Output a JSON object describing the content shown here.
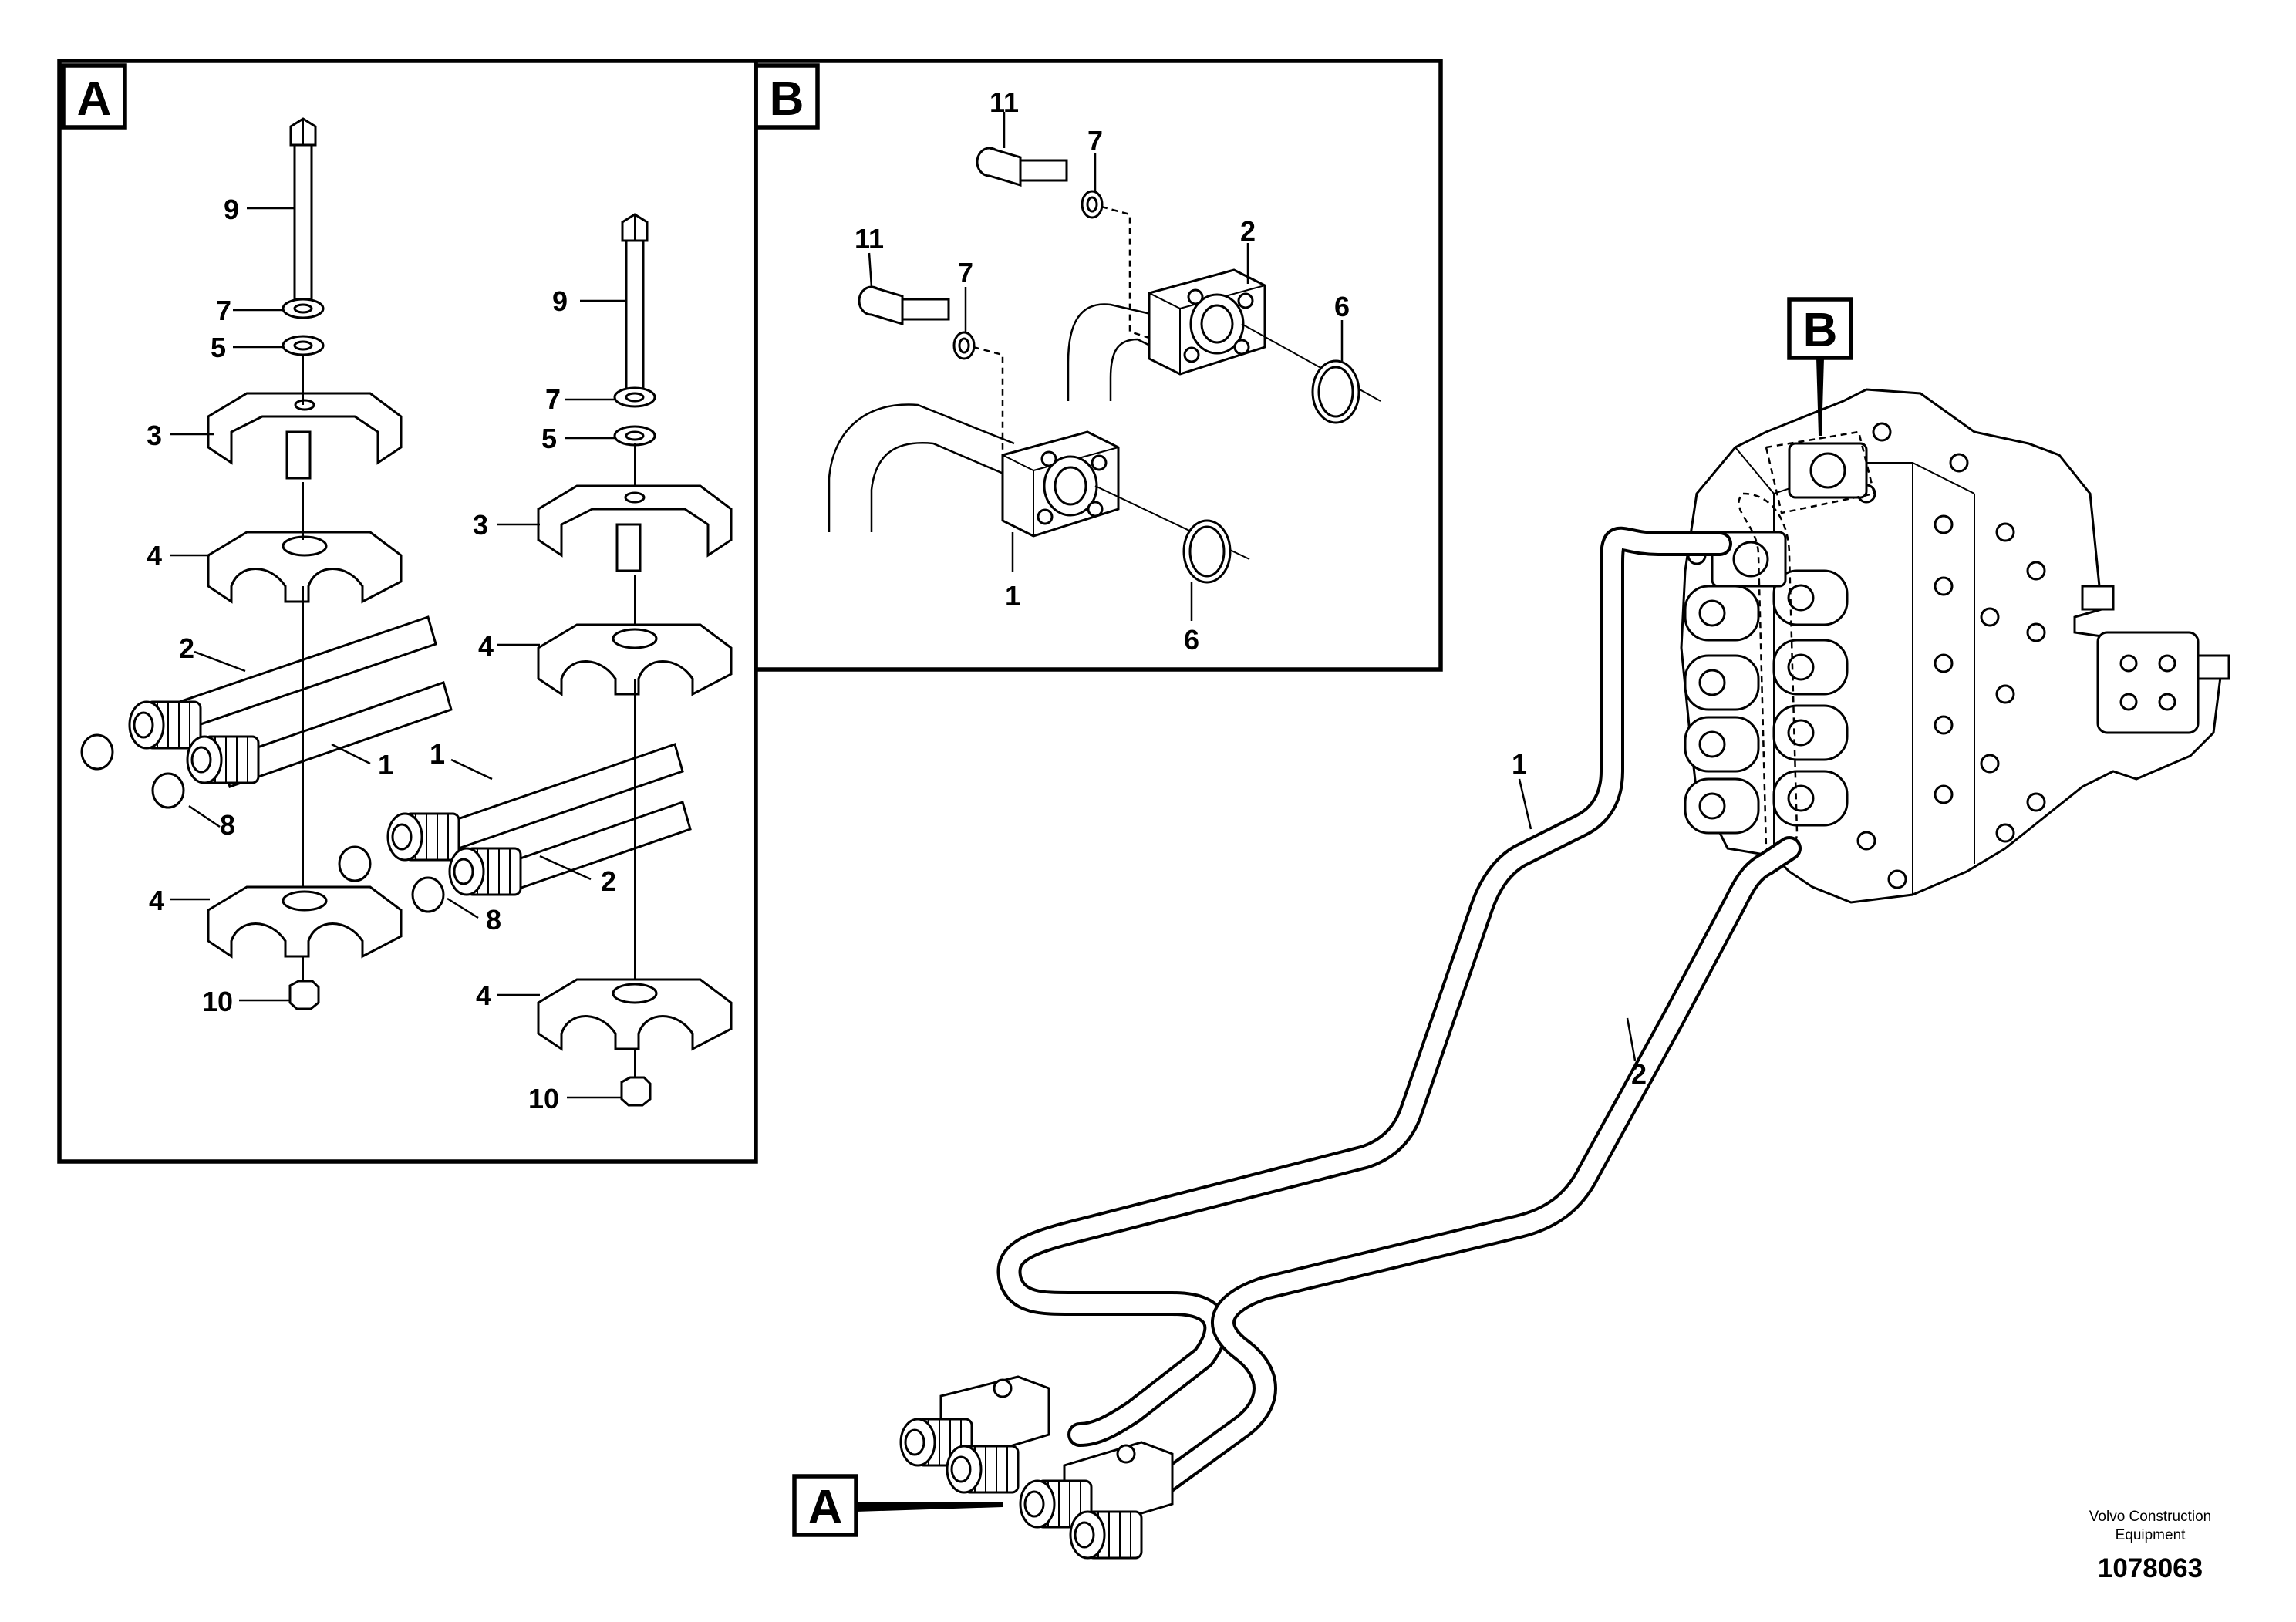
{
  "detail_a": {
    "label": "A",
    "callouts": [
      "9",
      "7",
      "5",
      "3",
      "4",
      "2",
      "1",
      "8",
      "4",
      "10",
      "9",
      "7",
      "5",
      "3",
      "4",
      "1",
      "2",
      "8",
      "4",
      "10"
    ]
  },
  "detail_b": {
    "label": "B",
    "callouts": [
      "11",
      "7",
      "11",
      "7",
      "2",
      "6",
      "1",
      "6"
    ]
  },
  "main_view": {
    "callouts": [
      "1",
      "2"
    ],
    "ref_a_label": "A",
    "ref_b_label": "B"
  },
  "footer": {
    "org_line1": "Volvo Construction",
    "org_line2": "Equipment",
    "drawing_number": "1078063"
  }
}
